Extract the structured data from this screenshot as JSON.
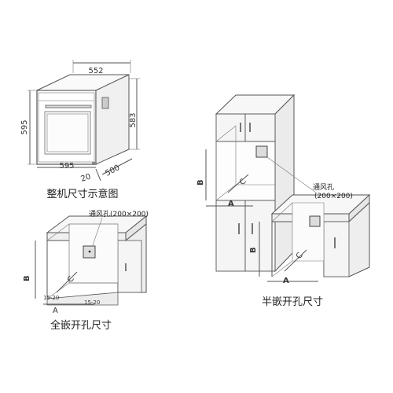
{
  "oven": {
    "caption": "整机尺寸示意图",
    "width_top": "552",
    "height_left": "595",
    "height_right": "583",
    "width_bottom": "595",
    "offset": "20",
    "depth": "500"
  },
  "full_inset": {
    "caption": "全嵌开孔尺寸",
    "vent_label": "通风孔(200×200)",
    "label_a": "A",
    "label_b": "B",
    "label_c": "C",
    "gap_left": "15-20",
    "gap_right": "15-20"
  },
  "semi_inset": {
    "caption": "半嵌开孔尺寸",
    "vent_label_line1": "通风孔",
    "vent_label_line2": "(200×200)",
    "label_a": "A",
    "label_b": "B",
    "label_c": "C"
  },
  "colors": {
    "line": "#555555",
    "cabinet_fill": "#f4f4f4",
    "cabinet_shade": "#e4e4e4",
    "text": "#222222"
  }
}
